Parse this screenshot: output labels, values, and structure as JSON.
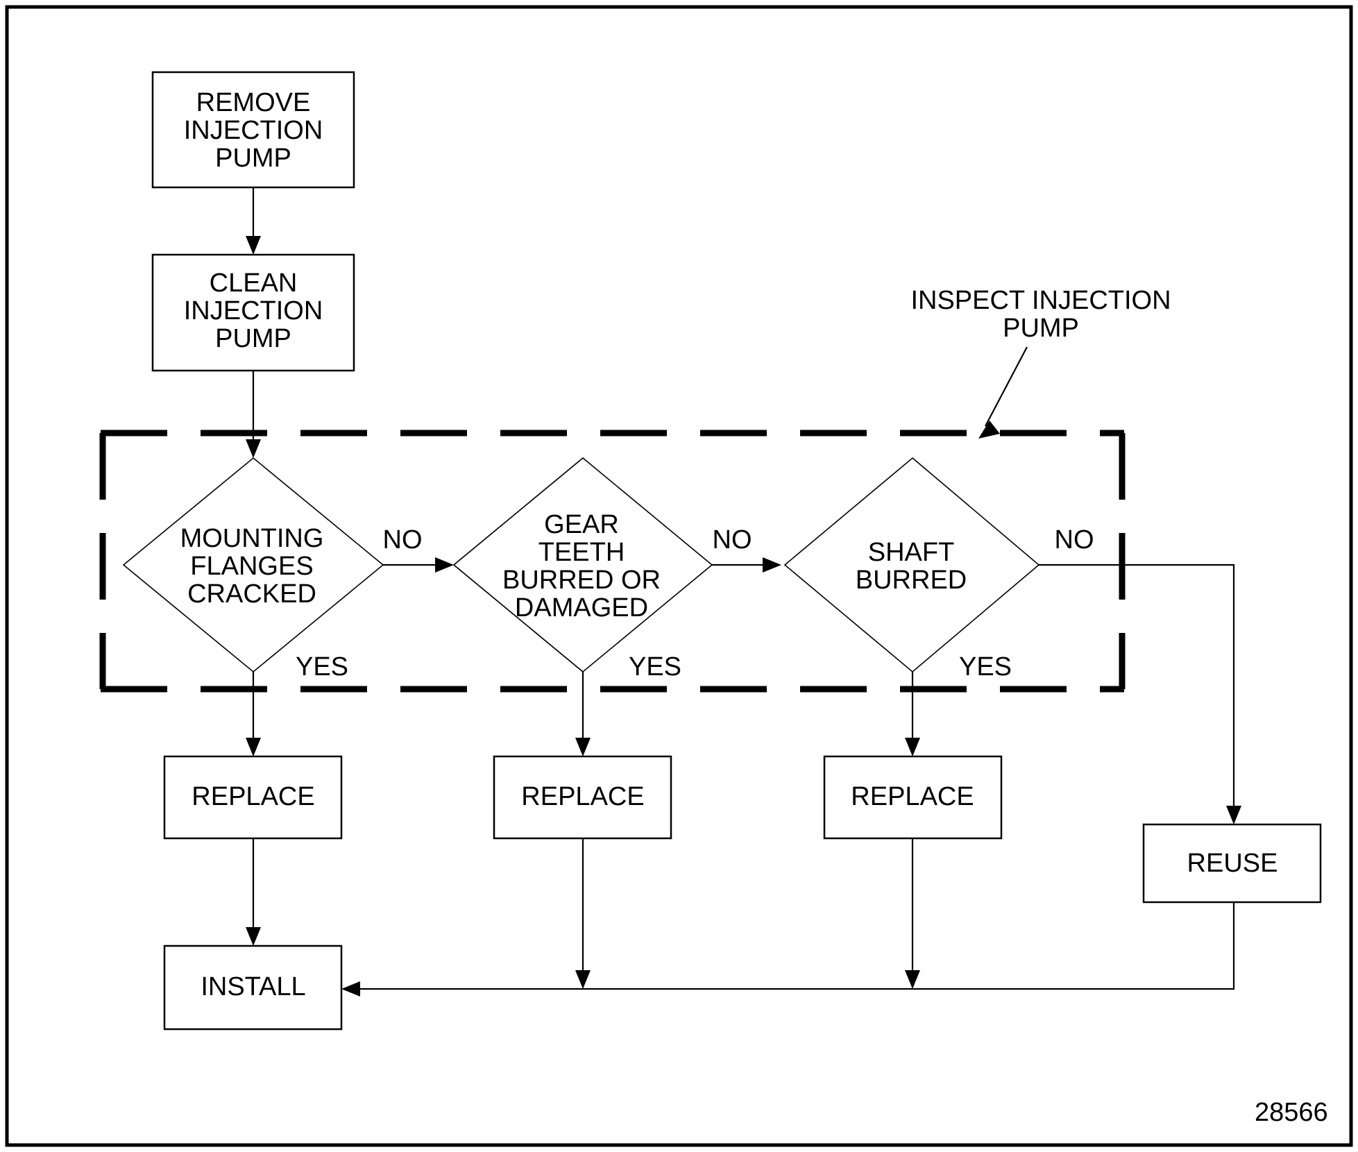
{
  "figure": {
    "number": "28566",
    "background_color": "#ffffff",
    "line_color": "#000000"
  },
  "group": {
    "label_line1": "INSPECT INJECTION",
    "label_line2": "PUMP"
  },
  "nodes": {
    "remove_pump": {
      "line1": "REMOVE",
      "line2": "INJECTION",
      "line3": "PUMP"
    },
    "clean_pump": {
      "line1": "CLEAN",
      "line2": "INJECTION",
      "line3": "PUMP"
    },
    "decision_flanges": {
      "line1": "MOUNTING",
      "line2": "FLANGES",
      "line3": "CRACKED"
    },
    "decision_gear": {
      "line1": "GEAR",
      "line2": "TEETH",
      "line3": "BURRED OR",
      "line4": "DAMAGED"
    },
    "decision_shaft": {
      "line1": "SHAFT",
      "line2": "BURRED"
    },
    "replace_1": {
      "label": "REPLACE"
    },
    "replace_2": {
      "label": "REPLACE"
    },
    "replace_3": {
      "label": "REPLACE"
    },
    "reuse": {
      "label": "REUSE"
    },
    "install": {
      "label": "INSTALL"
    }
  },
  "edge_labels": {
    "no_1": "NO",
    "no_2": "NO",
    "no_3": "NO",
    "yes_1": "YES",
    "yes_2": "YES",
    "yes_3": "YES"
  }
}
